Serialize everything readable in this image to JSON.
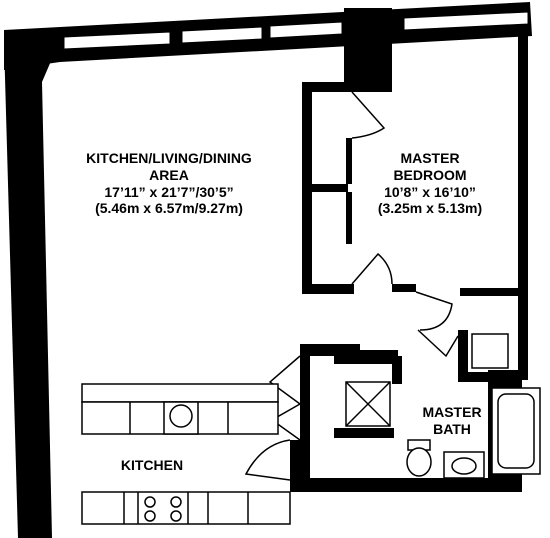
{
  "rooms": {
    "living": {
      "name_line1": "KITCHEN/LIVING/DINING",
      "name_line2": "AREA",
      "dims_imperial": "17’11” x 21’7”/30’5”",
      "dims_metric": "(5.46m x 6.57m/9.27m)"
    },
    "bedroom": {
      "name_line1": "MASTER",
      "name_line2": "BEDROOM",
      "dims_imperial": "10’8” x 16’10”",
      "dims_metric": "(3.25m x 5.13m)"
    },
    "bath": {
      "name_line1": "MASTER",
      "name_line2": "BATH"
    },
    "kitchen": {
      "name": "KITCHEN"
    }
  },
  "colors": {
    "wall": "#000000",
    "background": "#ffffff",
    "fixture_fill": "#e6e6e6"
  }
}
